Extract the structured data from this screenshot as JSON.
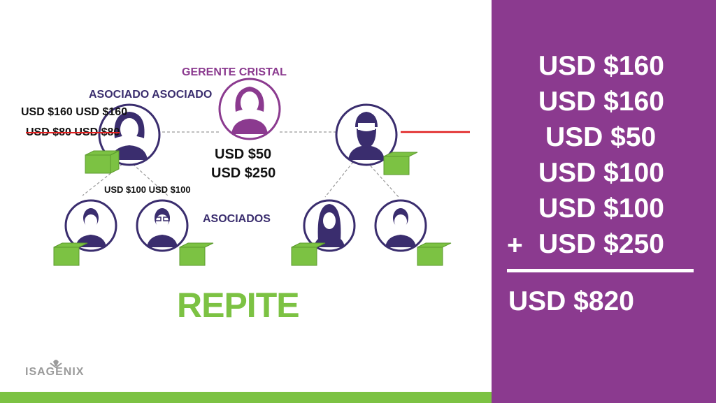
{
  "diagram": {
    "gerente_label": "GERENTE CRISTAL",
    "asociado_label": "ASOCIADO ASOCIADO",
    "amount_top": "USD $160 USD $160",
    "amount_struck": "USD $80 USD $80",
    "bonus_line1": "USD $50",
    "bonus_line2": "USD $250",
    "amount_sub": "USD $100 USD $100",
    "asociados_label": "ASOCIADOS",
    "repite": "REPITE"
  },
  "brand": {
    "logo_text": "ISAGENIX"
  },
  "summary": {
    "lines": [
      "USD $160",
      "USD $160",
      "USD $50",
      "USD $100",
      "USD $100",
      "USD $250"
    ],
    "plus_sign": "+",
    "total": "USD $820"
  },
  "colors": {
    "purple": "#8b3a8f",
    "navy": "#3a2d6e",
    "green": "#7cc243",
    "red": "#e02020"
  }
}
